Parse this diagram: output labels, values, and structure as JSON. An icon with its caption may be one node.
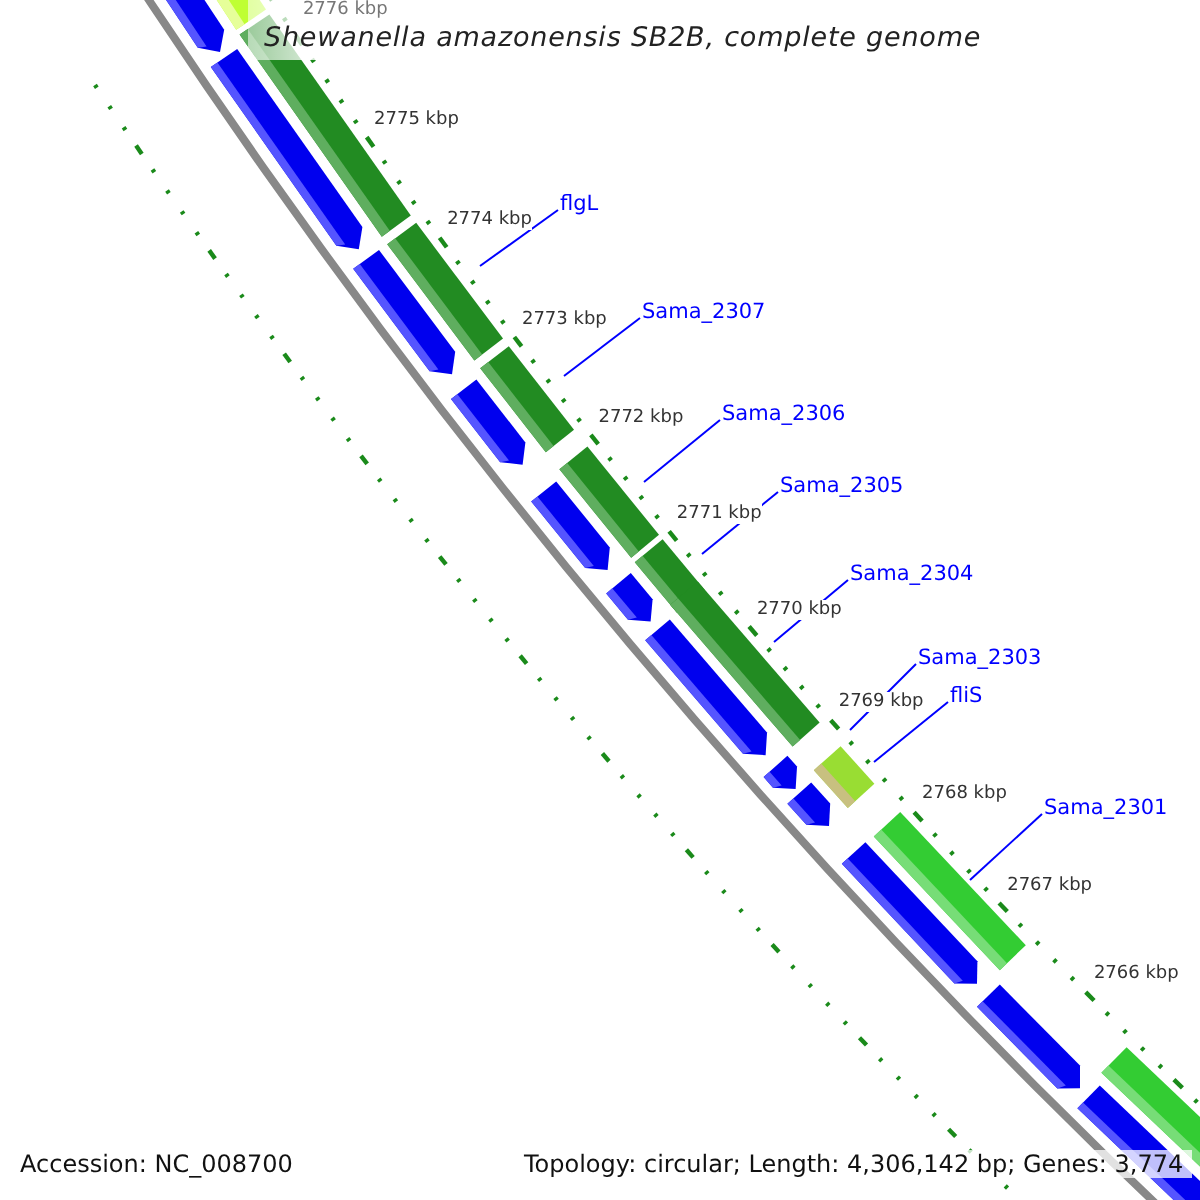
{
  "diagram": {
    "title": "Shewanella amazonensis SB2B, complete genome",
    "nodes": [
      {
        "text": [
          "flgL"
        ]
      },
      {
        "text": [
          "Sama_2307"
        ]
      },
      {
        "text": [
          "Sama_2306"
        ]
      },
      {
        "text": [
          "Sama_2305"
        ]
      },
      {
        "text": [
          "Sama_2304"
        ]
      },
      {
        "text": [
          "Sama_2303"
        ]
      },
      {
        "text": [
          "fliS"
        ]
      },
      {
        "text": [
          "Sama_2301"
        ]
      }
    ],
    "edges": [
      {
        "from": 0,
        "to": null,
        "arrow": "none"
      },
      {
        "from": 1,
        "to": null,
        "arrow": "none"
      },
      {
        "from": 2,
        "to": null,
        "arrow": "none"
      },
      {
        "from": 3,
        "to": null,
        "arrow": "none"
      },
      {
        "from": 4,
        "to": null,
        "arrow": "none"
      },
      {
        "from": 5,
        "to": null,
        "arrow": "none"
      },
      {
        "from": 6,
        "to": null,
        "arrow": "none"
      },
      {
        "from": 7,
        "to": null,
        "arrow": "none"
      }
    ],
    "labels": [
      "2776 kbp",
      "2775 kbp",
      "2774 kbp",
      "2773 kbp",
      "2772 kbp",
      "2771 kbp",
      "2770 kbp",
      "2769 kbp",
      "2768 kbp",
      "2767 kbp",
      "2766 kbp",
      "Accession: NC_008700",
      "Topology: circular; Length: 4,306,142 bp; Genes: 3,774"
    ]
  }
}
